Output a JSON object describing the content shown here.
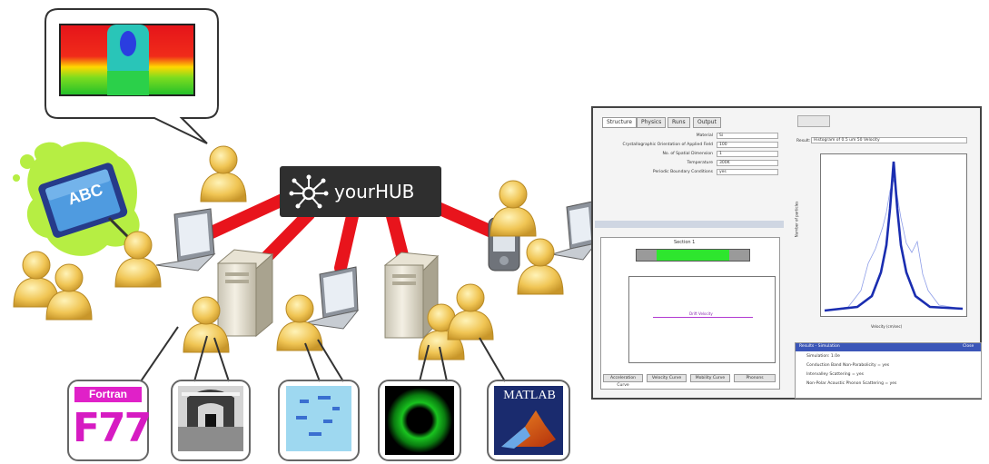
{
  "hub": {
    "label": "yourHUB"
  },
  "tiles": {
    "fortran_top": "Fortran",
    "fortran_main": "F77",
    "matlab": "MATLAB"
  },
  "tablet": {
    "text": "ABC"
  },
  "simulator": {
    "tabs": [
      "Structure",
      "Physics",
      "Runs",
      "Output"
    ],
    "fields": [
      {
        "label": "Material",
        "value": "Si"
      },
      {
        "label": "Crystallographic Orientation of Applied Field",
        "value": "100"
      },
      {
        "label": "No. of Spatial Dimension",
        "value": "1"
      },
      {
        "label": "Temperature",
        "value": "300K"
      },
      {
        "label": "Periodic Boundary Conditions",
        "value": "yes"
      }
    ],
    "device_label": "Section 1",
    "left_plot_curve_label": "Drift Velocity",
    "bottom_tabs": [
      "Acceleration Curve",
      "Velocity Curve",
      "Mobility Curve",
      "Phonons"
    ],
    "result_label": "Result:",
    "result_value": "Histogram of 0.5 um 50 Velocity",
    "right_plot_xlabel": "Velocity (cm/sec)",
    "right_plot_ylabel": "Number of particles",
    "panel_header": "Results - Simulation",
    "panel_header_right": "Close",
    "panel_lines": [
      "Simulation: 1.0e",
      "Conduction Band Non-Parabolicity = yes",
      "Intervalley Scattering = yes",
      "Non-Polar Acoustic Phonon Scattering = yes"
    ]
  }
}
